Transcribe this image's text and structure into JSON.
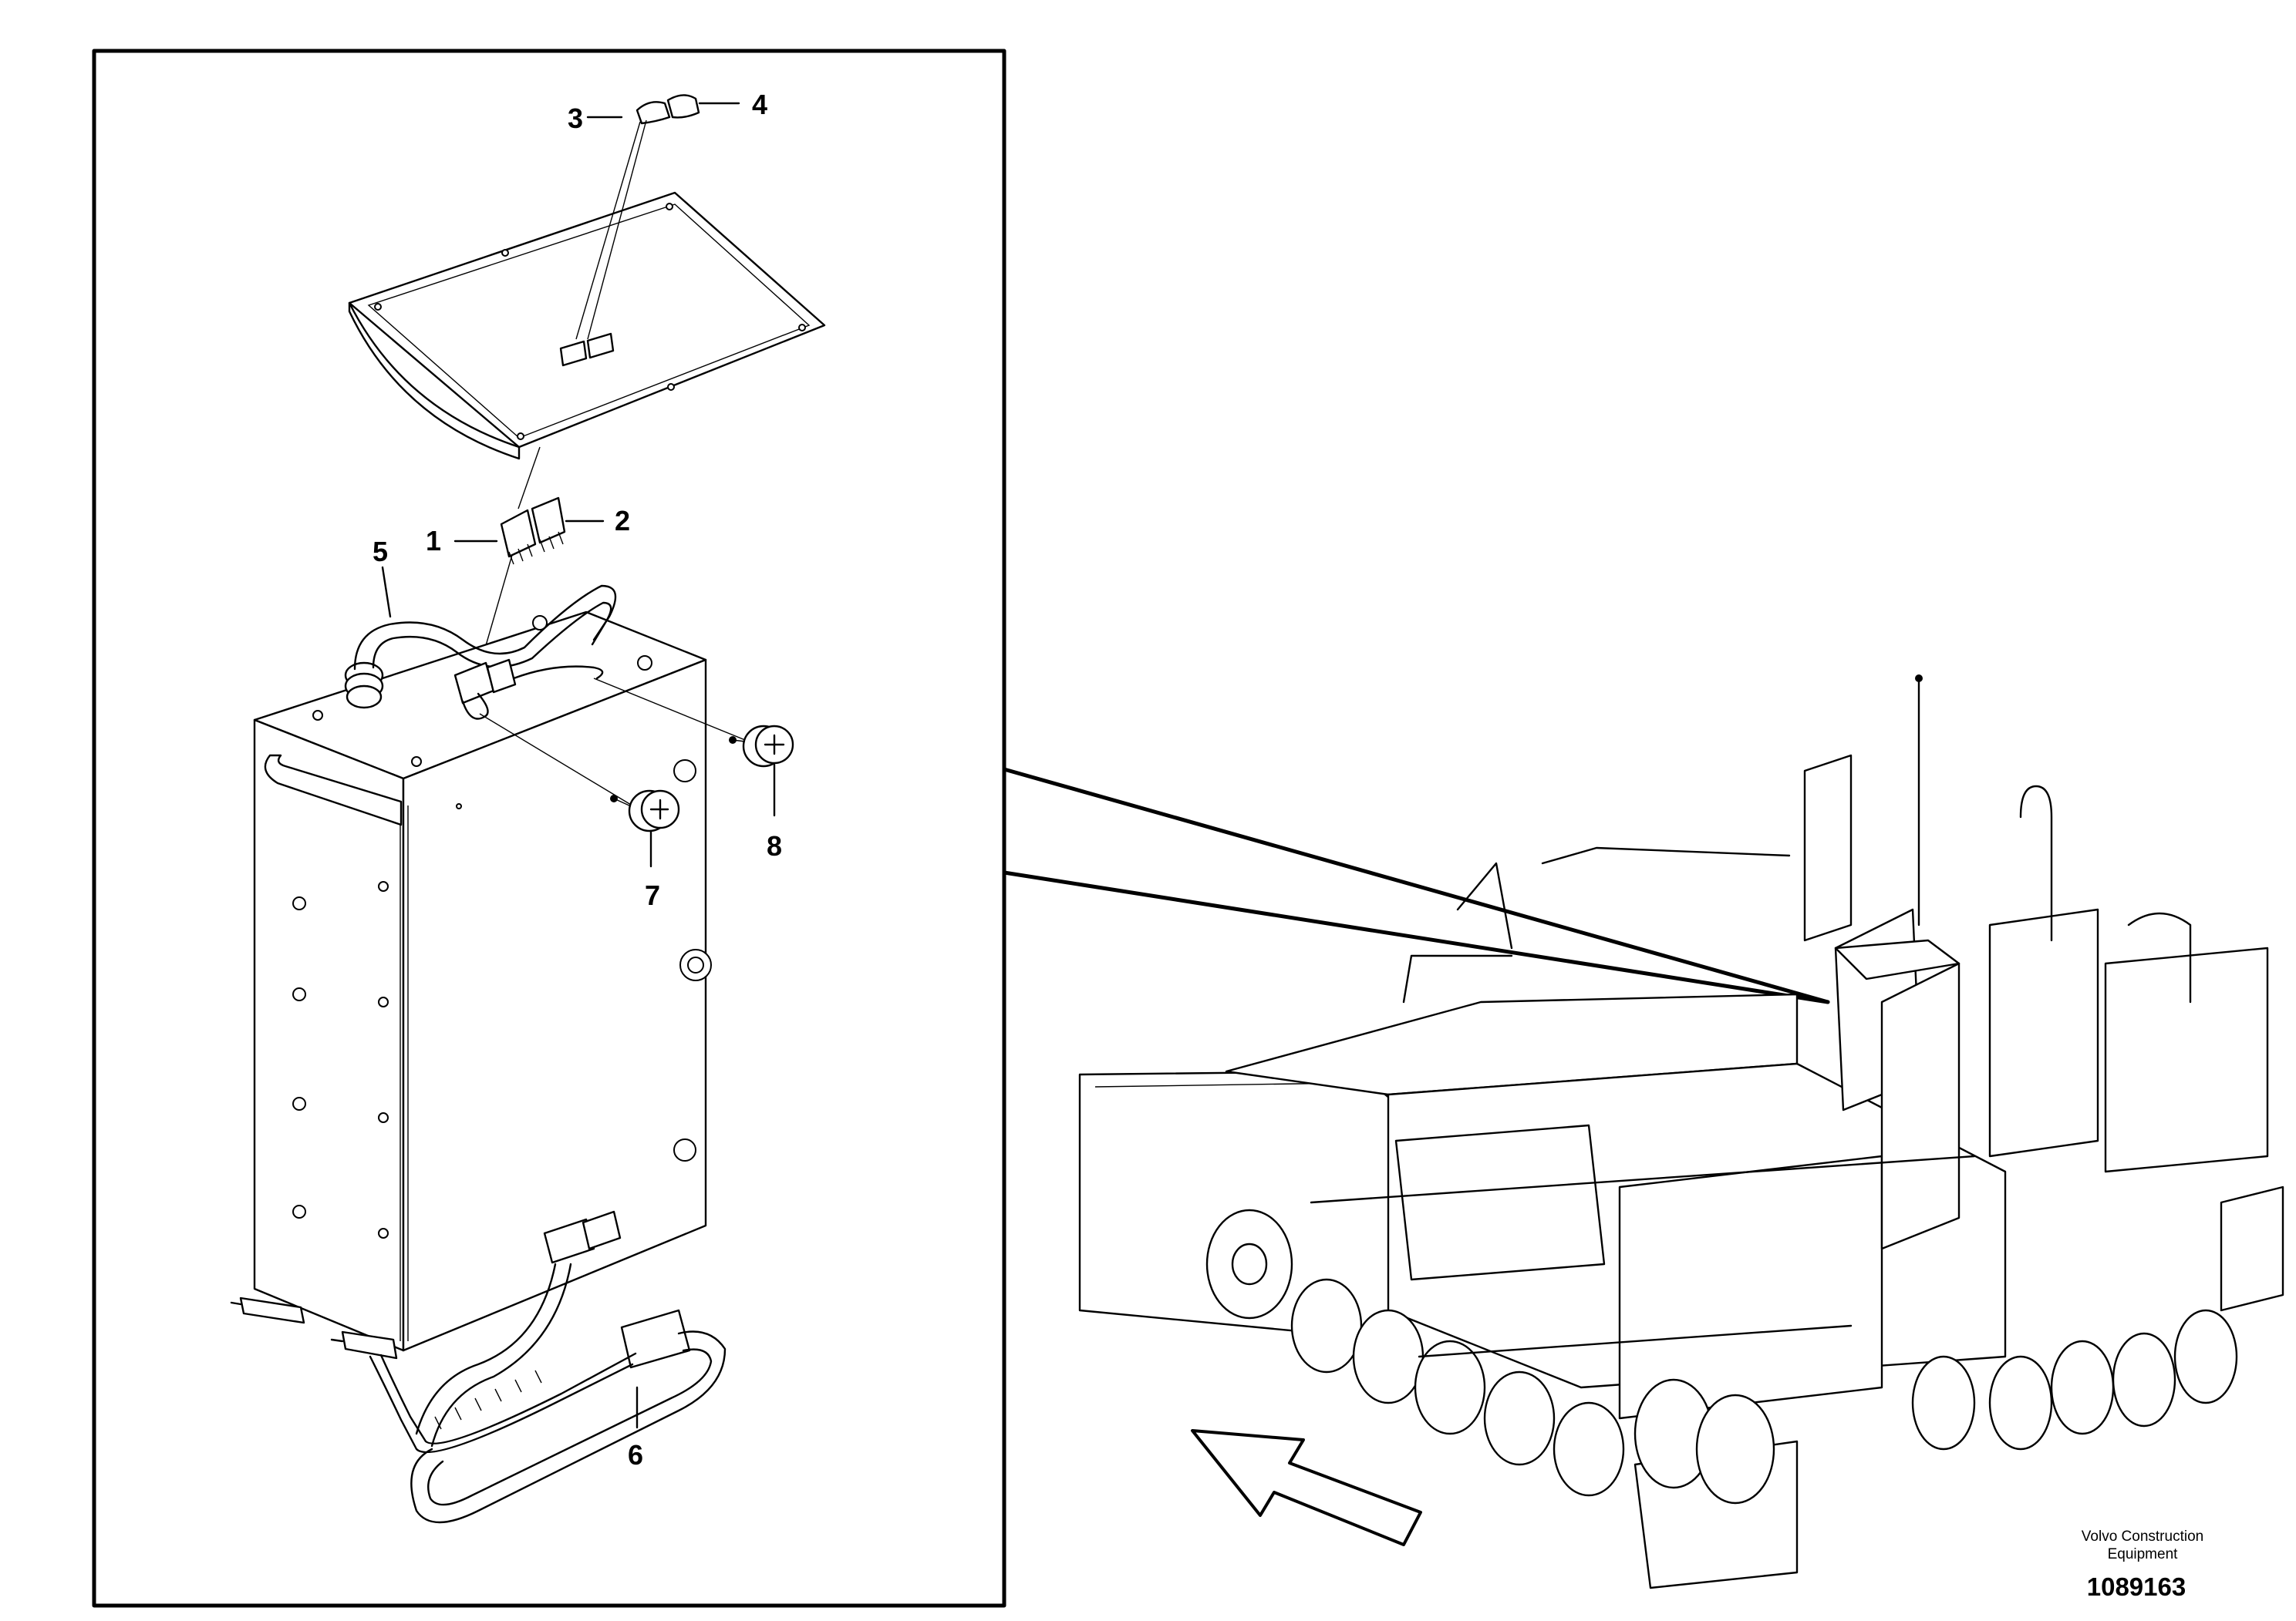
{
  "callouts": [
    {
      "id": "c1",
      "text": "1"
    },
    {
      "id": "c2",
      "text": "2"
    },
    {
      "id": "c3",
      "text": "3"
    },
    {
      "id": "c4",
      "text": "4"
    },
    {
      "id": "c5",
      "text": "5"
    },
    {
      "id": "c6",
      "text": "6"
    },
    {
      "id": "c7",
      "text": "7"
    },
    {
      "id": "c8",
      "text": "8"
    }
  ],
  "footer": {
    "brand_line1": "Volvo Construction",
    "brand_line2": "Equipment",
    "part_number": "1089163"
  }
}
